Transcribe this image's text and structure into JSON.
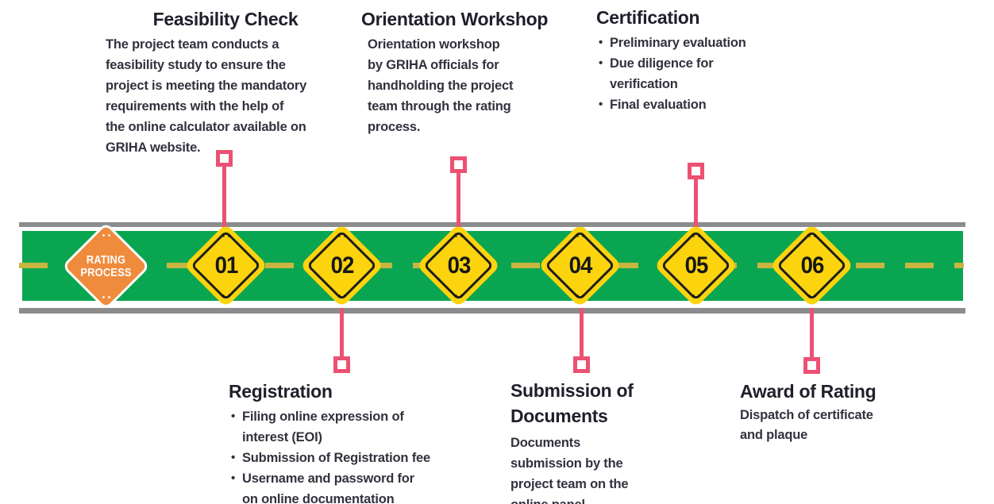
{
  "colors": {
    "road_green": "#0aa551",
    "road_gray": "#8a8c8e",
    "lane_yellow": "#c8b640",
    "sign_yellow": "#fcd40d",
    "sign_border": "#1f1f1f",
    "orange": "#ef8b3d",
    "connector_pink": "#ec5173",
    "heading_text": "#201e2b",
    "body_text": "#33313e"
  },
  "road": {
    "label": "RATING\nPROCESS"
  },
  "signs": [
    {
      "number": "01"
    },
    {
      "number": "02"
    },
    {
      "number": "03"
    },
    {
      "number": "04"
    },
    {
      "number": "05"
    },
    {
      "number": "06"
    }
  ],
  "steps_top": [
    {
      "title": "Feasibility Check",
      "body": "The project team conducts a\nfeasibility study to ensure the\nproject is meeting the mandatory\nrequirements with the help of\nthe online calculator available on\nGRIHA website."
    },
    {
      "title": "Orientation Workshop",
      "body": "Orientation workshop\nby GRIHA officials for\nhandholding the project\nteam through the rating\nprocess."
    },
    {
      "title": "Certification",
      "bullets": [
        "Preliminary evaluation",
        "Due diligence for\nverification",
        "Final evaluation"
      ]
    }
  ],
  "steps_bottom": [
    {
      "title": "Registration",
      "bullets": [
        "Filing online expression of\ninterest (EOI)",
        "Submission of Registration fee",
        "Username and password for\non online documentation"
      ]
    },
    {
      "title": "Submission of\nDocuments",
      "body": "Documents\nsubmission by the\nproject team on the\nonline panel"
    },
    {
      "title": "Award of Rating",
      "body": "Dispatch of certificate\nand plaque"
    }
  ]
}
